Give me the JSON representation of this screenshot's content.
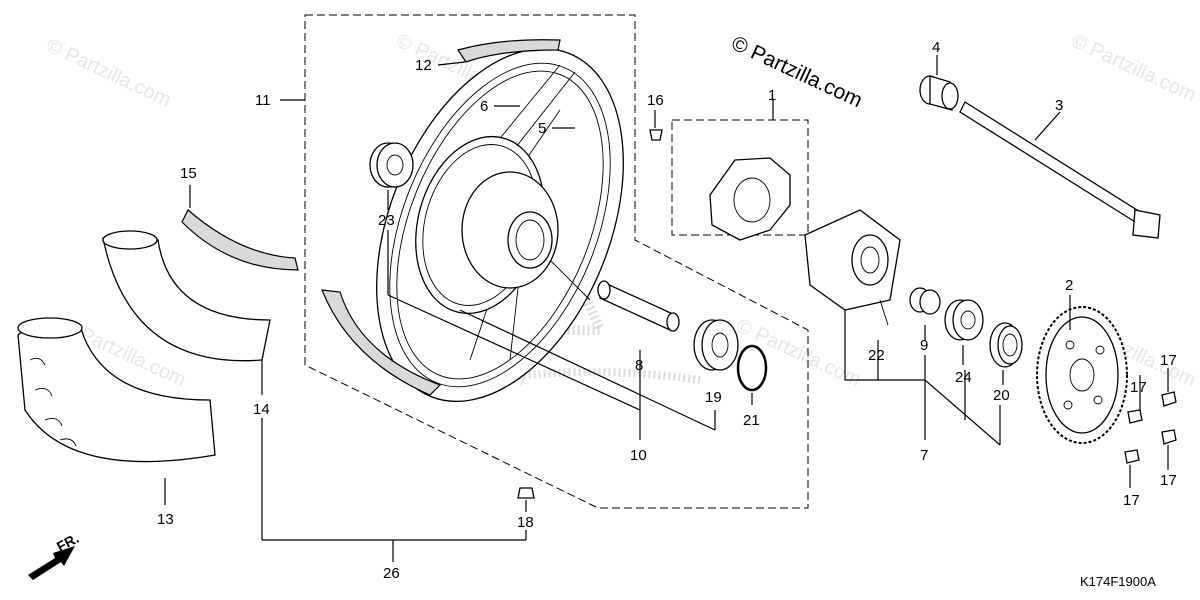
{
  "diagram": {
    "watermark_main": "© Partzilla.com",
    "watermark_faint": "© Partzilla.com",
    "code": "K174F1900A",
    "front_marker": "FR."
  },
  "callouts": {
    "c1": "1",
    "c2": "2",
    "c3": "3",
    "c4": "4",
    "c5": "5",
    "c6": "6",
    "c7": "7",
    "c8": "8",
    "c9": "9",
    "c10": "10",
    "c11": "11",
    "c12": "12",
    "c13": "13",
    "c14": "14",
    "c15": "15",
    "c16": "16",
    "c17a": "17",
    "c17b": "17",
    "c17c": "17",
    "c17d": "17",
    "c18": "18",
    "c19": "19",
    "c20": "20",
    "c21": "21",
    "c22": "22",
    "c23": "23",
    "c24": "24",
    "c26": "26"
  }
}
